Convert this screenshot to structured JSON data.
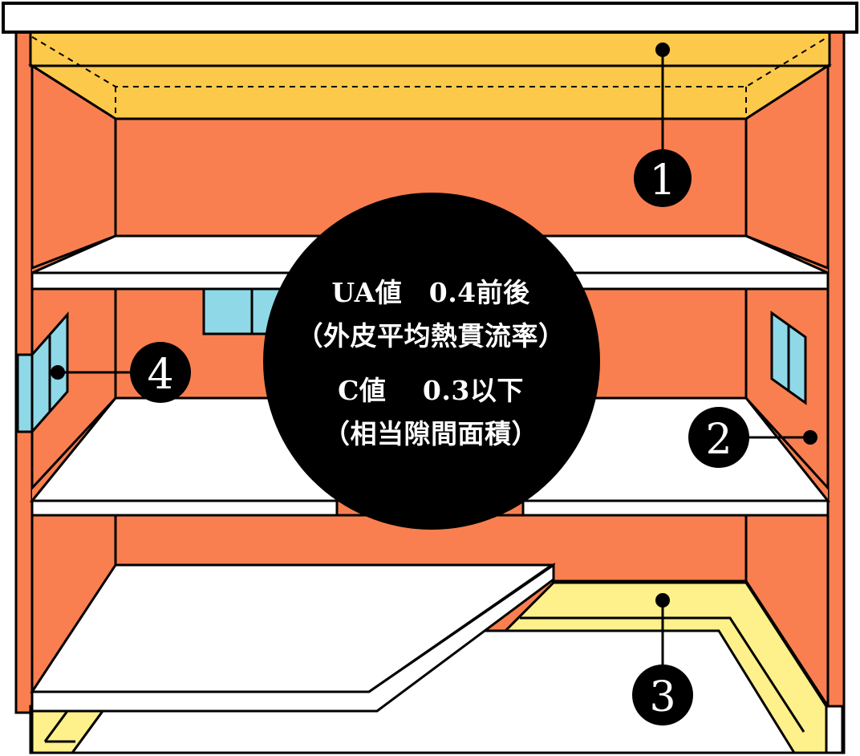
{
  "center_label": {
    "ua_line": "UA値　0.4前後",
    "ua_note": "（外皮平均熱貫流率）",
    "c_line": "C値　 0.3以下",
    "c_note": "（相当隙間面積）"
  },
  "markers": [
    {
      "id": "1",
      "label": "1"
    },
    {
      "id": "2",
      "label": "2"
    },
    {
      "id": "3",
      "label": "3"
    },
    {
      "id": "4",
      "label": "4"
    }
  ],
  "colors": {
    "wall": "#F97F50",
    "ceiling_insulation": "#FCC94A",
    "floor_insulation": "#FEF08A",
    "window": "#8FD8E8",
    "floor": "#FFFFFF",
    "outline": "#000000"
  }
}
